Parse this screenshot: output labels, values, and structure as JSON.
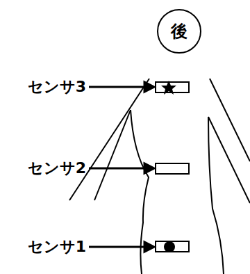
{
  "diagram": {
    "nodes": [
      {
        "text": [
          "後"
        ]
      }
    ],
    "labels": [
      "センサ3",
      "センサ2",
      "センサ1"
    ]
  }
}
